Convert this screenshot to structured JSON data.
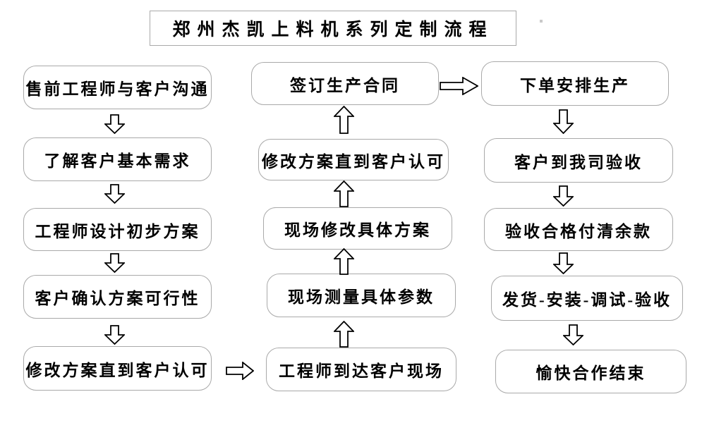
{
  "title": "郑州杰凯上料机系列定制流程",
  "flow": {
    "left": [
      "售前工程师与客户沟通",
      "了解客户基本需求",
      "工程师设计初步方案",
      "客户确认方案可行性",
      "修改方案直到客户认可"
    ],
    "middle": [
      "签订生产合同",
      "修改方案直到客户认可",
      "现场修改具体方案",
      "现场测量具体参数",
      "工程师到达客户现场"
    ],
    "right": [
      "下单安排生产",
      "客户到我司验收",
      "验收合格付清余款",
      "发货-安装-调试-验收",
      "愉快合作结束"
    ]
  },
  "icons": {
    "down_arrow": "hollow-block-arrow-down",
    "up_arrow": "hollow-block-arrow-up",
    "right_arrow": "hollow-block-arrow-right"
  },
  "colors": {
    "background": "#ffffff",
    "box_border": "#a9a9a9",
    "title_border": "#aaaaaa",
    "arrow_outline": "#000000",
    "arrow_fill": "#ffffff",
    "text": "#000000"
  }
}
